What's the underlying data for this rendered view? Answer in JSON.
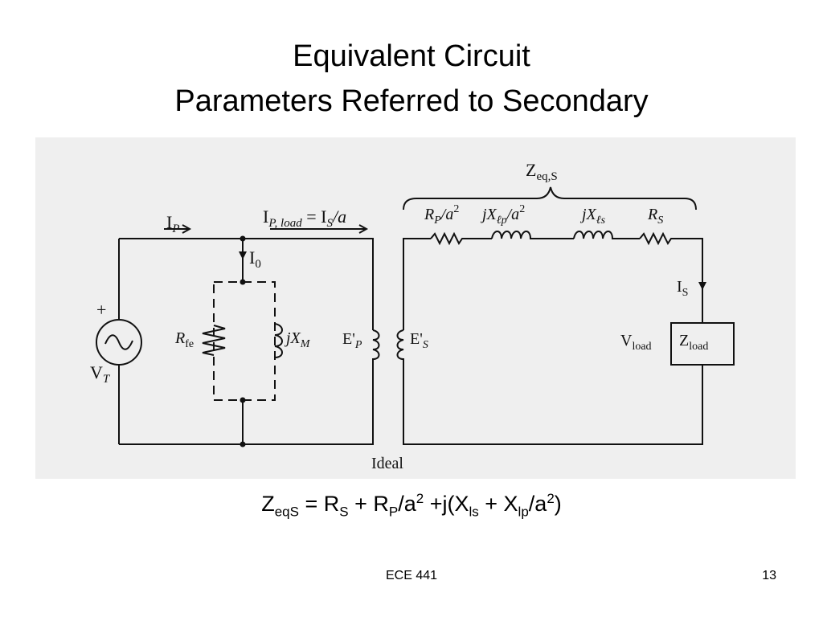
{
  "slide": {
    "title_line1": "Equivalent Circuit",
    "title_line2": "Parameters Referred to Secondary",
    "footer_course": "ECE 441",
    "footer_page": "13"
  },
  "diagram": {
    "background": "#efefef",
    "labels": {
      "zeq_main": "Z",
      "zeq_sub": "eq,S",
      "ip_main": "I",
      "ip_sub": "P",
      "ipload_main": "I",
      "ipload_sub": "P, load",
      "ipload_eq": " = I",
      "ipload_sub2": "S",
      "ipload_tail": "/a",
      "i0_main": "I",
      "i0_sub": "0",
      "plus": "+",
      "vt_main": "V",
      "vt_sub": "T",
      "rfe_main": "R",
      "rfe_sub": "fe",
      "jxm_main": "jX",
      "jxm_sub": "M",
      "ep_main": "E'",
      "ep_sub": "P",
      "es_main": "E'",
      "es_sub": "S",
      "ideal": "Ideal",
      "rpa2_main": "R",
      "rpa2_sub": "P",
      "rpa2_tail": "/a",
      "rpa2_sup": "2",
      "jxlp_main": "jX",
      "jxlp_sub": "ℓp",
      "jxlp_tail": "/a",
      "jxlp_sup": "2",
      "jxls_main": "jX",
      "jxls_sub": "ℓs",
      "rs_main": "R",
      "rs_sub": "S",
      "is_main": "I",
      "is_sub": "S",
      "vload_main": "V",
      "vload_sub": "load",
      "zload_main": "Z",
      "zload_sub": "load"
    }
  },
  "formula": {
    "z": "Z",
    "z_sub": "eqS",
    "eq_r": " = R",
    "r_sub": "S",
    "plus_r": " + R",
    "rp_sub": "P",
    "div_a": "/a",
    "sup1": "2",
    "jx": " +j(X",
    "xls_sub": "ls",
    "plus_x": " + X",
    "xlp_sub": "lp",
    "div_a2": "/a",
    "sup2": "2",
    "close": ")"
  }
}
